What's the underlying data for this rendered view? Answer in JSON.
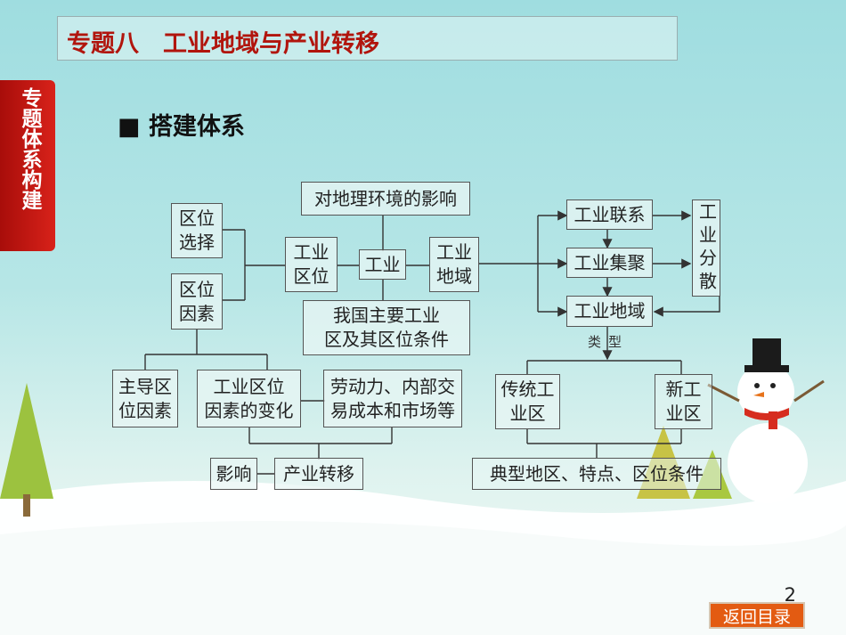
{
  "header": {
    "title": "专题八　工业地域与产业转移"
  },
  "side_tab": {
    "label": "专题体系构建"
  },
  "section": {
    "heading": "■ 搭建体系"
  },
  "diagram": {
    "nodes": {
      "impact_env": "对地理环境的影响",
      "location_choice": "区位\n选择",
      "location_factors": "区位\n因素",
      "ind_location": "工业\n区位",
      "industry": "工业",
      "ind_region": "工业\n地域",
      "china_regions": "我国主要工业\n区及其区位条件",
      "dominant_factors": "主导区\n位因素",
      "factor_change": "工业区位\n因素的变化",
      "labor_cost": "劳动力、内部交\n易成本和市场等",
      "influence": "影响",
      "industry_transfer": "产业转移",
      "ind_link": "工业联系",
      "ind_agglomeration": "工业集聚",
      "ind_zone": "工业地域",
      "ind_dispersion": "工业分散",
      "traditional_zone": "传统工\n业区",
      "new_zone": "新工\n业区",
      "typical": "典型地区、特点、区位条件"
    },
    "type_label": "类型"
  },
  "footer": {
    "page_number": "2",
    "back_button": "返回目录"
  },
  "colors": {
    "title_red": "#b1150d",
    "tab_red": "#c8191a",
    "button_orange": "#e35b12"
  }
}
